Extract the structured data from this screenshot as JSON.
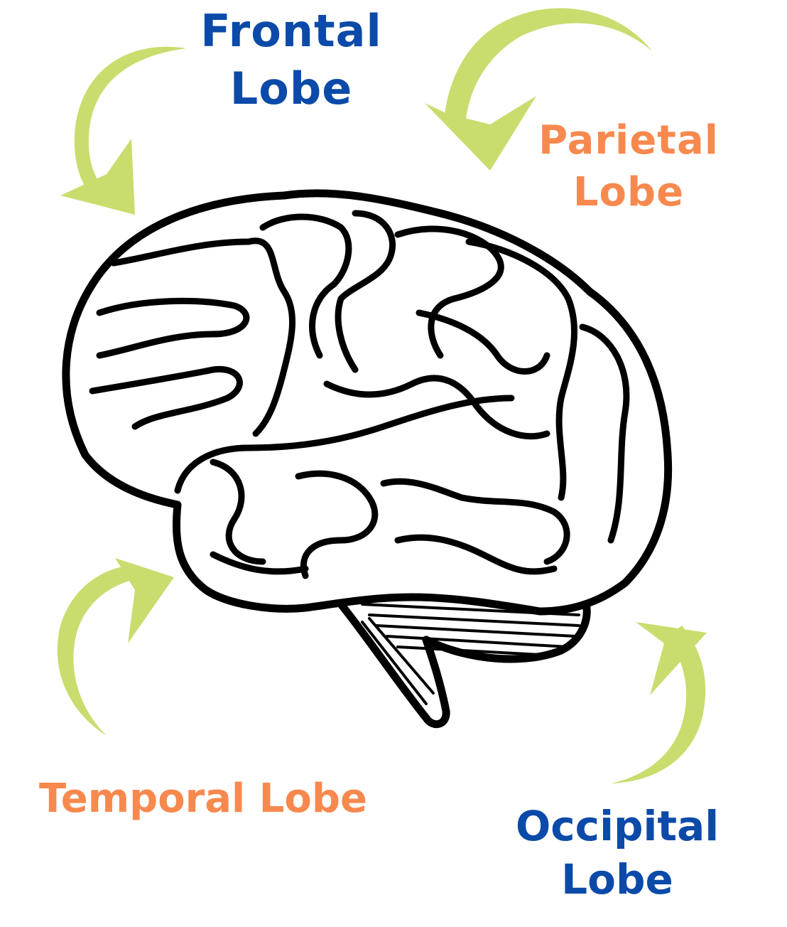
{
  "title": "Lobes of the Brain",
  "labels": {
    "frontal": [
      "Frontal",
      "Lobe"
    ],
    "parietal": [
      "Parietal",
      "Lobe"
    ],
    "temporal": "Temporal Lobe",
    "occipital": [
      "Occipital",
      "Lobe"
    ]
  },
  "colors": {
    "blue": "#0b4aa8",
    "orange": "#f7894f",
    "arrow": "#c8dd6e",
    "outline": "#000000"
  }
}
